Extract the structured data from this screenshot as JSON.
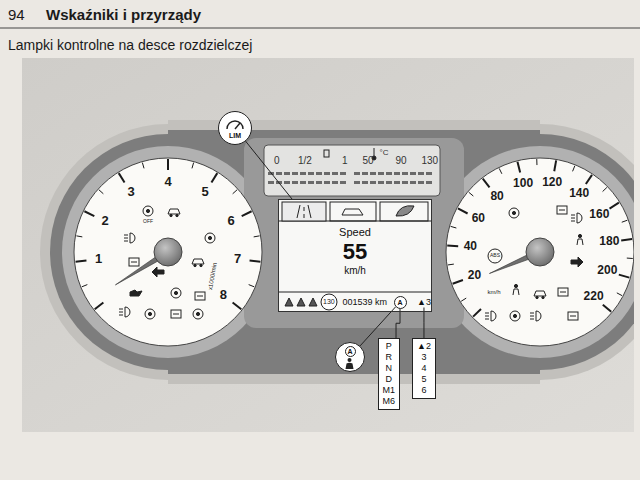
{
  "diagram": {
    "title": "Lampki kontrolne na desce rozdzielczej",
    "nodes": [
      {
        "text": [
          "LIM"
        ]
      },
      {
        "text": [
          "Speed",
          "55",
          "km/h"
        ]
      },
      {
        "text": [
          "001539 km"
        ],
        "in": 1
      },
      {
        "text": [
          "A"
        ],
        "in": 1
      },
      {
        "text": [
          "▲3"
        ],
        "in": 1
      },
      {
        "text": [
          "A"
        ]
      },
      {
        "text": [
          "P",
          "R",
          "N",
          "D",
          "M1",
          "M6"
        ]
      },
      {
        "text": [
          "▲2",
          "3",
          "4",
          "5",
          "6"
        ]
      }
    ],
    "edges": [
      {
        "from": 0,
        "to": 1,
        "arrow": "none"
      },
      {
        "from": 3,
        "to": 6,
        "arrow": "none"
      },
      {
        "from": 3,
        "to": 5,
        "arrow": "none"
      },
      {
        "from": 4,
        "to": 7,
        "arrow": "none"
      }
    ],
    "labels": [
      "94",
      "Wskaźniki i przyrządy",
      "1",
      "2",
      "3",
      "4",
      "5",
      "6",
      "7",
      "8",
      "x1000/min",
      "OFF",
      "20",
      "40",
      "60",
      "80",
      "100",
      "120",
      "140",
      "160",
      "180",
      "200",
      "220",
      "km/h",
      "ABS",
      "0",
      "1/2",
      "1",
      "°C",
      "50",
      "90",
      "130",
      "130"
    ]
  }
}
